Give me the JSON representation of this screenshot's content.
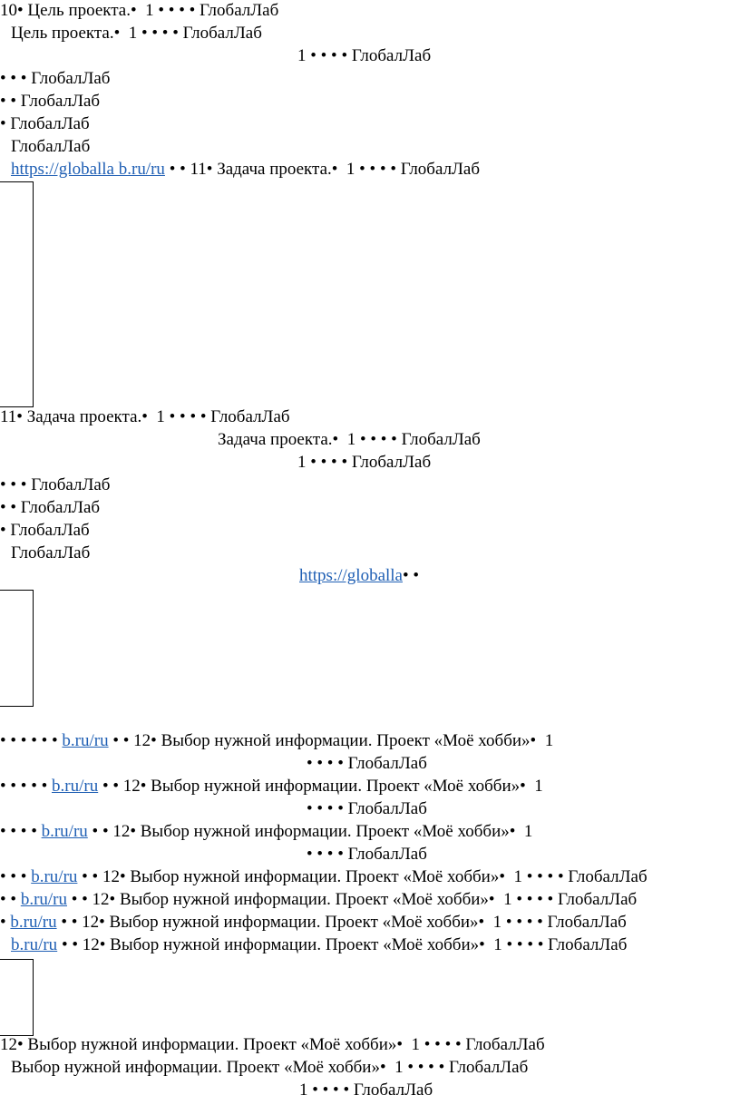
{
  "link_color": "#1f5fb4",
  "lines": [
    {
      "pre": "10• Цель проекта.•  1 • • • • ГлобалЛаб"
    },
    {
      "pre": "Цель проекта.•  1 • • • • ГлобалЛаб"
    },
    {
      "pre": "1 • • • • ГлобалЛаб"
    },
    {
      "pre": "• • • ГлобалЛаб"
    },
    {
      "pre": "• • ГлобалЛаб"
    },
    {
      "pre": "• ГлобалЛаб"
    },
    {
      "pre": "ГлобалЛаб"
    },
    {
      "pre": "",
      "link": "https://globalla b.ru/ru",
      "post": " • • 11• Задача проекта.•  1 • • • • ГлобалЛаб"
    },
    {
      "pre": "11• Задача проекта.•  1 • • • • ГлобалЛаб"
    },
    {
      "pre": "Задача проекта.•  1 • • • • ГлобалЛаб"
    },
    {
      "pre": "1 • • • • ГлобалЛаб"
    },
    {
      "pre": "• • • ГлобалЛаб"
    },
    {
      "pre": "• • ГлобалЛаб"
    },
    {
      "pre": "• ГлобалЛаб"
    },
    {
      "pre": "ГлобалЛаб"
    },
    {
      "pre": "",
      "link": "https://globalla",
      "post": "• •"
    },
    {
      "pre": "• • • • • • ",
      "link": "b.ru/ru",
      "post": " • • 12• Выбор нужной информации. Проект «Моё хобби»•  1"
    },
    {
      "pre": "• • • • ГлобалЛаб"
    },
    {
      "pre": "• • • • • ",
      "link": "b.ru/ru",
      "post": " • • 12• Выбор нужной информации. Проект «Моё хобби»•  1"
    },
    {
      "pre": "• • • • ГлобалЛаб"
    },
    {
      "pre": "• • • • ",
      "link": "b.ru/ru",
      "post": " • • 12• Выбор нужной информации. Проект «Моё хобби»•  1"
    },
    {
      "pre": "• • • • ГлобалЛаб"
    },
    {
      "pre": "• • • ",
      "link": "b.ru/ru",
      "post": " • • 12• Выбор нужной информации. Проект «Моё хобби»•  1 • • • • ГлобалЛаб"
    },
    {
      "pre": "• • ",
      "link": "b.ru/ru",
      "post": " • • 12• Выбор нужной информации. Проект «Моё хобби»•  1 • • • • ГлобалЛаб"
    },
    {
      "pre": "• ",
      "link": "b.ru/ru",
      "post": " • • 12• Выбор нужной информации. Проект «Моё хобби»•  1 • • • • ГлобалЛаб"
    },
    {
      "pre": "",
      "link": "b.ru/ru",
      "post": " • • 12• Выбор нужной информации. Проект «Моё хобби»•  1 • • • • ГлобалЛаб"
    },
    {
      "pre": "12• Выбор нужной информации. Проект «Моё хобби»•  1 • • • • ГлобалЛаб"
    },
    {
      "pre": "Выбор нужной информации. Проект «Моё хобби»•  1 • • • • ГлобалЛаб"
    },
    {
      "pre": "1 • • • • ГлобалЛаб"
    }
  ]
}
